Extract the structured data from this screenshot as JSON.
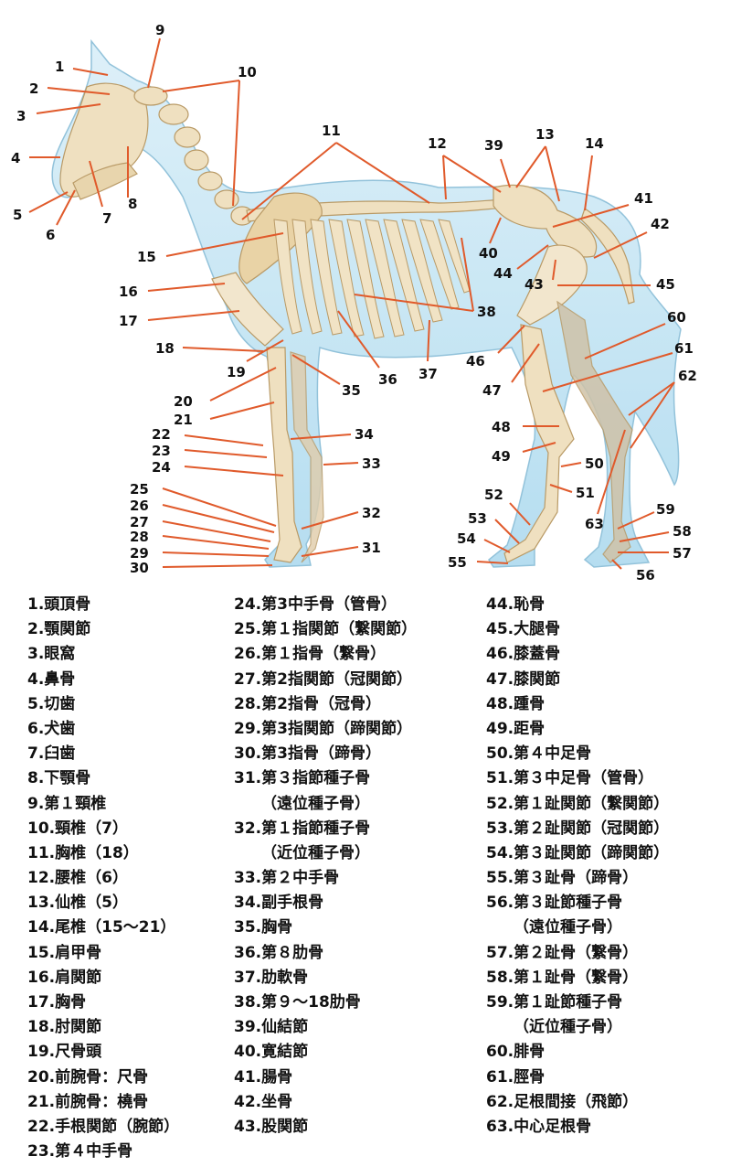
{
  "callouts": [
    "1",
    "2",
    "3",
    "4",
    "5",
    "6",
    "7",
    "8",
    "9",
    "10",
    "11",
    "12",
    "13",
    "14",
    "15",
    "16",
    "17",
    "18",
    "19",
    "20",
    "21",
    "22",
    "23",
    "24",
    "25",
    "26",
    "27",
    "28",
    "29",
    "30",
    "31",
    "32",
    "33",
    "34",
    "35",
    "36",
    "37",
    "38",
    "39",
    "40",
    "41",
    "42",
    "43",
    "44",
    "45",
    "46",
    "47",
    "48",
    "49",
    "50",
    "51",
    "52",
    "53",
    "54",
    "55",
    "56",
    "57",
    "58",
    "59",
    "60",
    "61",
    "62",
    "63"
  ],
  "legend": {
    "col1": [
      "1.頭頂骨",
      "2.顎関節",
      "3.眼窩",
      "4.鼻骨",
      "5.切歯",
      "6.犬歯",
      "7.臼歯",
      "8.下顎骨",
      "9.第１頸椎",
      "10.頸椎（7）",
      "11.胸椎（18）",
      "12.腰椎（6）",
      "13.仙椎（5）",
      "14.尾椎（15～21）",
      "15.肩甲骨",
      "16.肩関節",
      "17.胸骨",
      "18.肘関節",
      "19.尺骨頭",
      "20.前腕骨：尺骨",
      "21.前腕骨：橈骨",
      "22.手根関節（腕節）",
      "23.第４中手骨"
    ],
    "col2": [
      "24.第3中手骨（管骨）",
      "25.第１指関節（繋関節）",
      "26.第１指骨（繋骨）",
      "27.第2指関節（冠関節）",
      "28.第2指骨（冠骨）",
      "29.第3指関節（蹄関節）",
      "30.第3指骨（蹄骨）",
      "31.第３指節種子骨",
      "（遠位種子骨）",
      "32.第１指節種子骨",
      "（近位種子骨）",
      "33.第２中手骨",
      "34.副手根骨",
      "35.胸骨",
      "36.第８肋骨",
      "37.肋軟骨",
      "38.第９～18肋骨",
      "39.仙結節",
      "40.寛結節",
      "41.腸骨",
      "42.坐骨",
      "43.股関節"
    ],
    "col3": [
      "44.恥骨",
      "45.大腿骨",
      "46.膝蓋骨",
      "47.膝関節",
      "48.踵骨",
      "49.距骨",
      "50.第４中足骨",
      "51.第３中足骨（管骨）",
      "52.第１趾関節（繋関節）",
      "53.第２趾関節（冠関節）",
      "54.第３趾関節（蹄関節）",
      "55.第３趾骨（蹄骨）",
      "56.第３趾節種子骨",
      "（遠位種子骨）",
      "57.第２趾骨（繋骨）",
      "58.第１趾骨（繋骨）",
      "59.第１趾節種子骨",
      "（近位種子骨）",
      "60.腓骨",
      "61.脛骨",
      "62.足根間接（飛節）",
      "63.中心足根骨"
    ]
  },
  "colors": {
    "leader": "#e05a2b",
    "silhouette": "#bfe3f3",
    "bone": "#efe0c0",
    "bone_dark": "#cdb68a"
  }
}
